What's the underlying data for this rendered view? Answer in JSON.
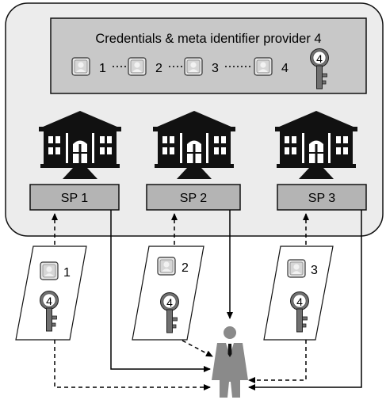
{
  "provider": {
    "title": "Credentials  & meta identifier provider 4",
    "credentials": [
      "1",
      "2",
      "3",
      "4"
    ],
    "key_number": "4"
  },
  "service_providers": [
    {
      "label": "SP 1"
    },
    {
      "label": "SP 2"
    },
    {
      "label": "SP 3"
    }
  ],
  "user_cards": [
    {
      "credential": "1",
      "key_number": "4"
    },
    {
      "credential": "2",
      "key_number": "4"
    },
    {
      "credential": "3",
      "key_number": "4"
    }
  ],
  "colors": {
    "outer_container": "#ececec",
    "provider_box": "#c8c8c8",
    "sp_box": "#b4b4b4",
    "building": "#111111",
    "key": "#707070",
    "person_suit": "#8a8a8a"
  },
  "icons": [
    "building-icon",
    "credential-card-icon",
    "key-icon",
    "person-icon"
  ]
}
